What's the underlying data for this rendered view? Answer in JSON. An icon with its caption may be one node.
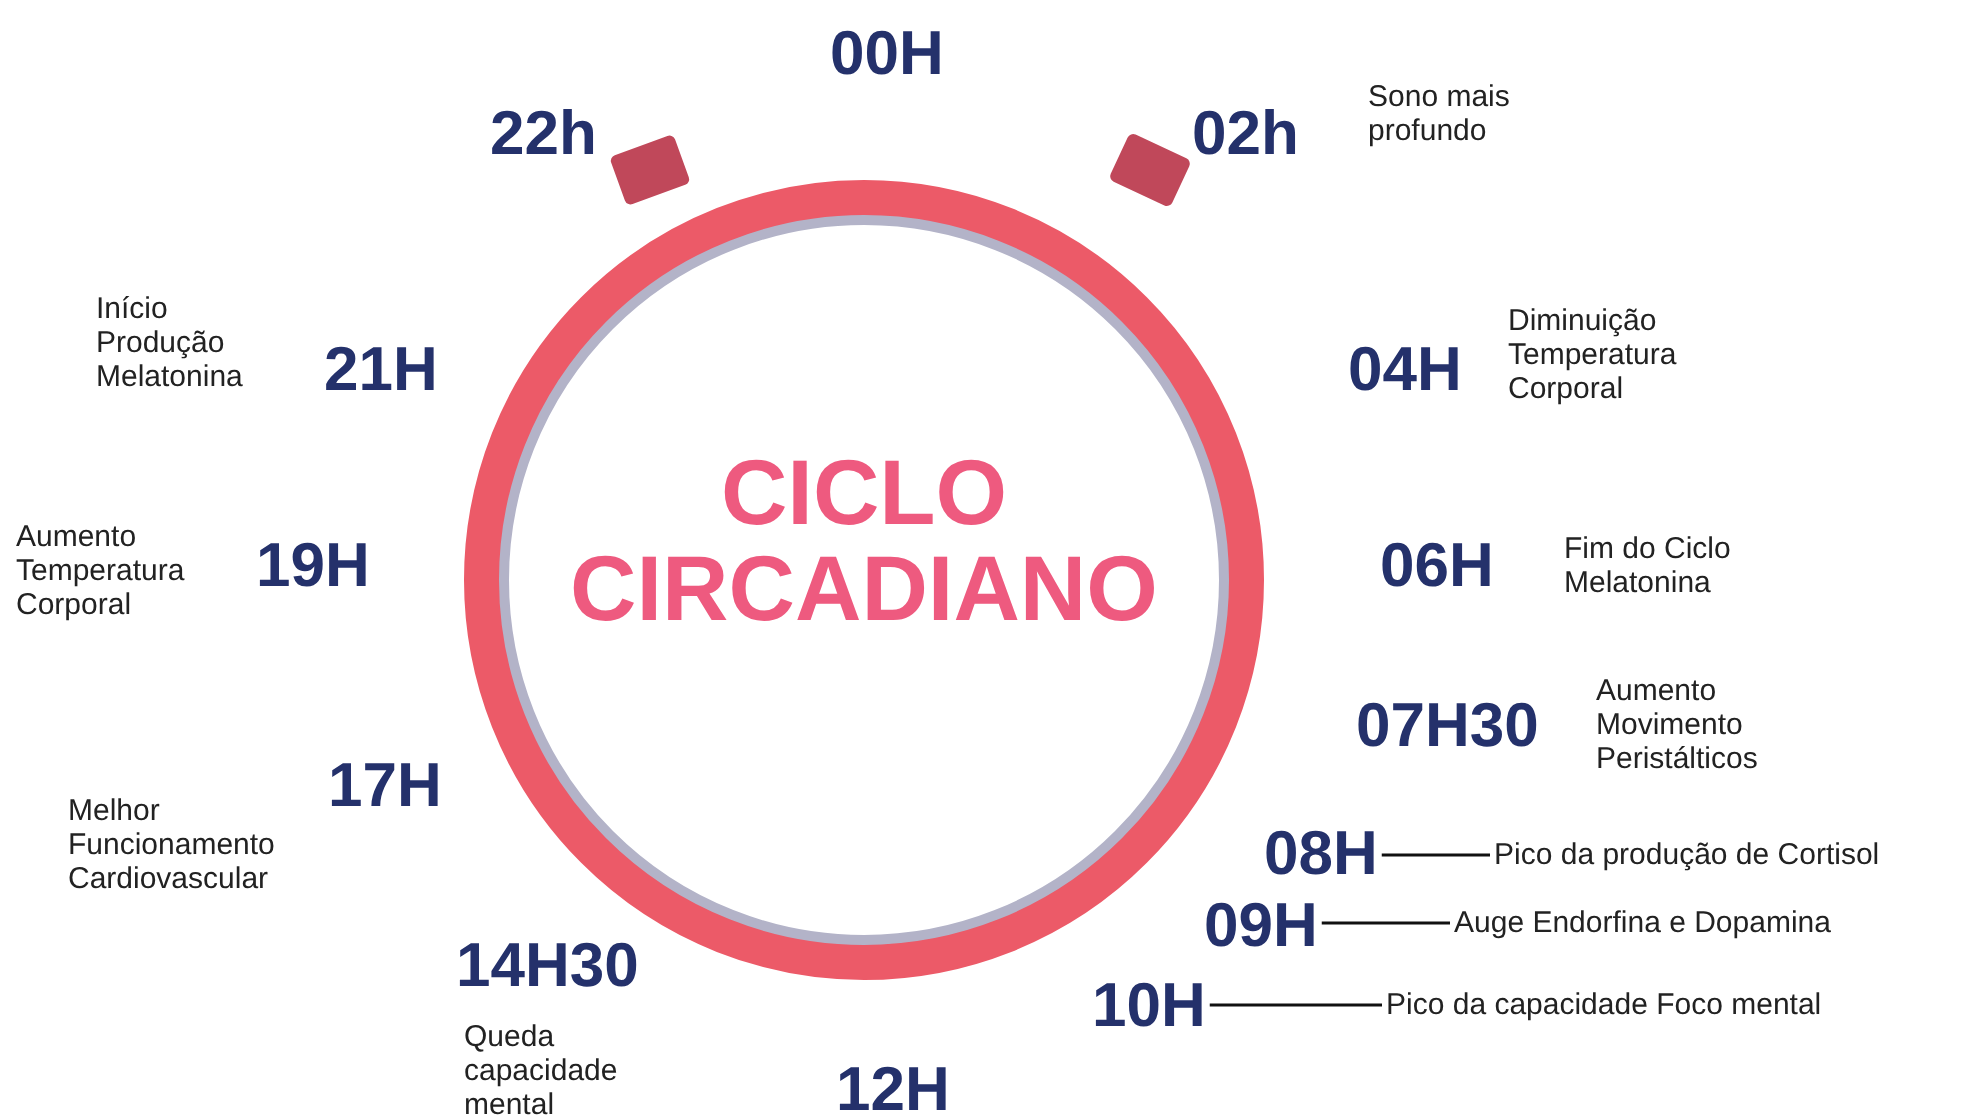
{
  "diagram": {
    "nodes": [
      {
        "text": [
          "CICLO CIRCADIANO"
        ]
      },
      {
        "text": [
          "08H"
        ]
      },
      {
        "text": [
          "Pico da produção de Cortisol"
        ]
      },
      {
        "text": [
          "09H"
        ]
      },
      {
        "text": [
          "Auge Endorfina e Dopamina"
        ]
      },
      {
        "text": [
          "10H"
        ]
      },
      {
        "text": [
          "Pico da capacidade Foco mental"
        ]
      }
    ],
    "edges": [
      {
        "from": 1,
        "to": 2,
        "arrow": "none"
      },
      {
        "from": 3,
        "to": 4,
        "arrow": "none"
      },
      {
        "from": 5,
        "to": 6,
        "arrow": "none"
      }
    ],
    "labels": [
      "00H",
      "22h",
      "02h",
      "Sono mais profundo",
      "Início Produção Melatonina",
      "21H",
      "04H",
      "Diminuição Temperatura Corporal",
      "Aumento Temperatura Corporal",
      "19H",
      "06H",
      "Fim do Ciclo Melatonina",
      "17H",
      "07H30",
      "Aumento Movimento Peristálticos",
      "Melhor Funcionamento Cardiovascular",
      "14H30",
      "Queda capacidade mental",
      "12H"
    ]
  }
}
